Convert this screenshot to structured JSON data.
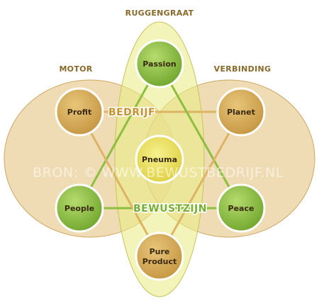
{
  "groups": {
    "top": "RUGGENGRAAT",
    "left": "MOTOR",
    "right": "VERBINDING"
  },
  "nodes": {
    "passion": "Passion",
    "profit": "Profit",
    "planet": "Planet",
    "pneuma": "Pneuma",
    "people": "People",
    "peace": "Peace",
    "pure_line1": "Pure",
    "pure_line2": "Product"
  },
  "axes": {
    "bedrijf": "BEDRIJF",
    "bewustzijn": "BEWUSTZIJN"
  },
  "watermark": "BRON: © WWW.BEWUSTBEDRIJF.NL",
  "colors": {
    "green": "#8dbf3f",
    "gold": "#d4aa58",
    "ellipse_yellow": "#e9ec8a",
    "ellipse_tan": "#e7c98d",
    "bedrijf_text": "#c8922e",
    "bewustzijn_text": "#76b02e"
  }
}
